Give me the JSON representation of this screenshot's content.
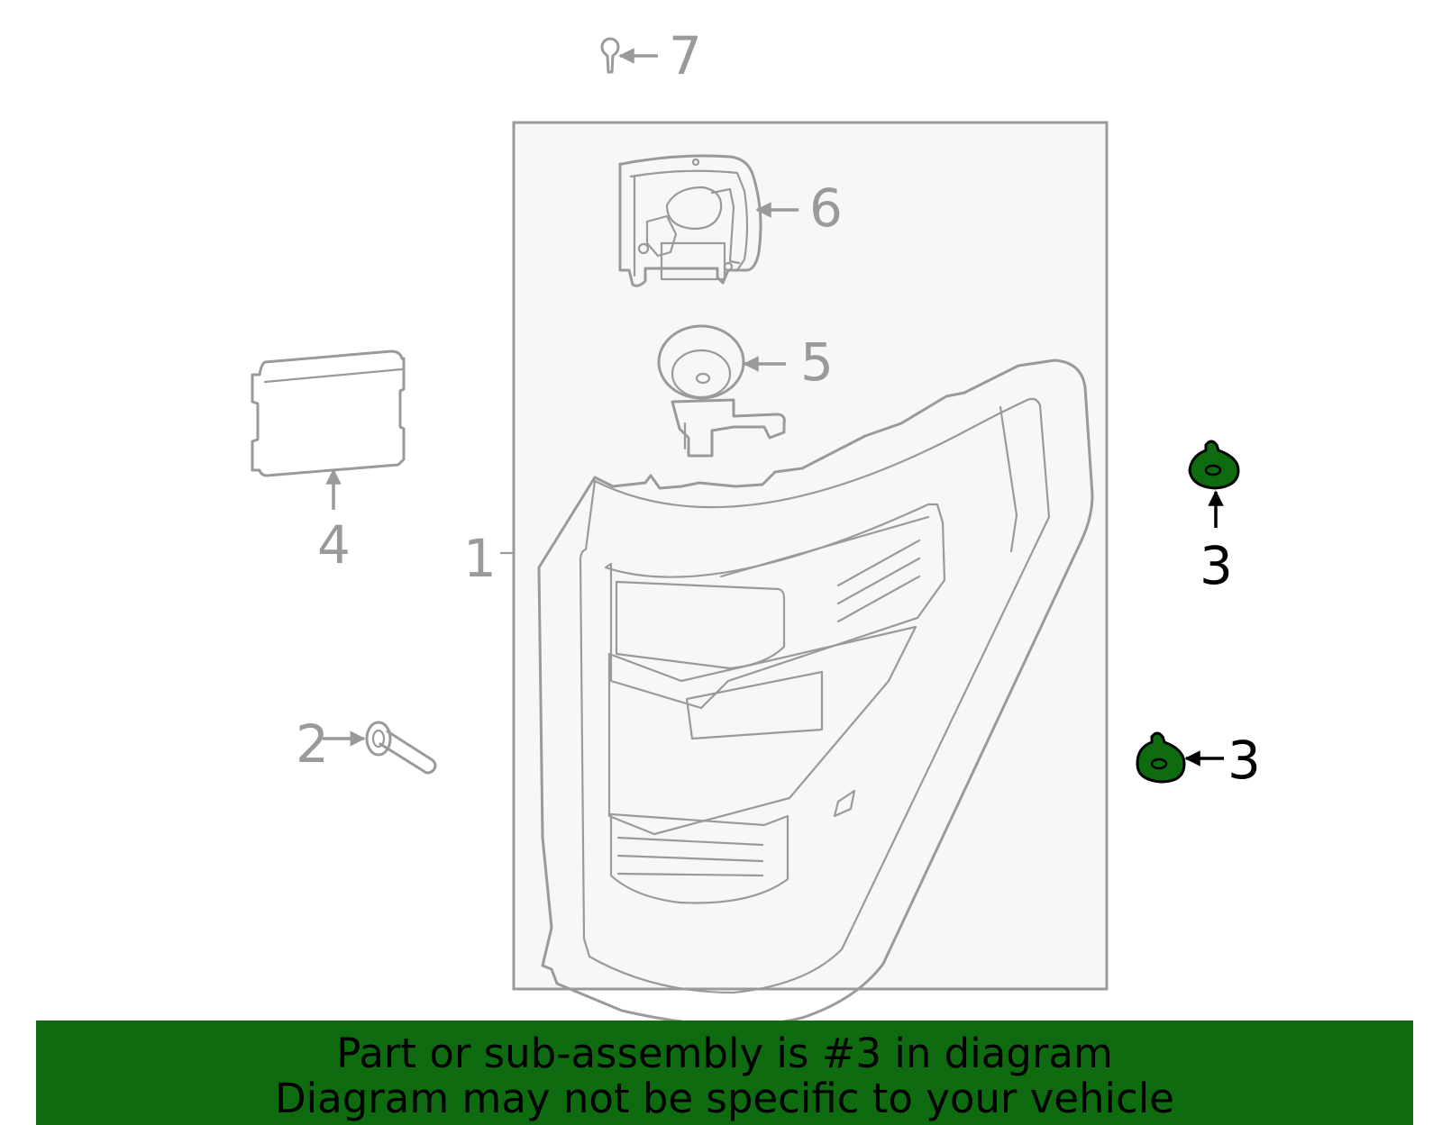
{
  "diagram": {
    "callouts": [
      "1",
      "2",
      "3",
      "3",
      "4",
      "5",
      "6",
      "7"
    ],
    "highlighted_part": "3",
    "highlight_color": "#0f6b0f",
    "line_color": "#9a9a9a",
    "box_fill": "#f7f7f7"
  },
  "banner": {
    "line1": "Part or sub-assembly is #3 in diagram",
    "line2": "Diagram may not be specific to your vehicle",
    "background": "#0f6b0f"
  }
}
